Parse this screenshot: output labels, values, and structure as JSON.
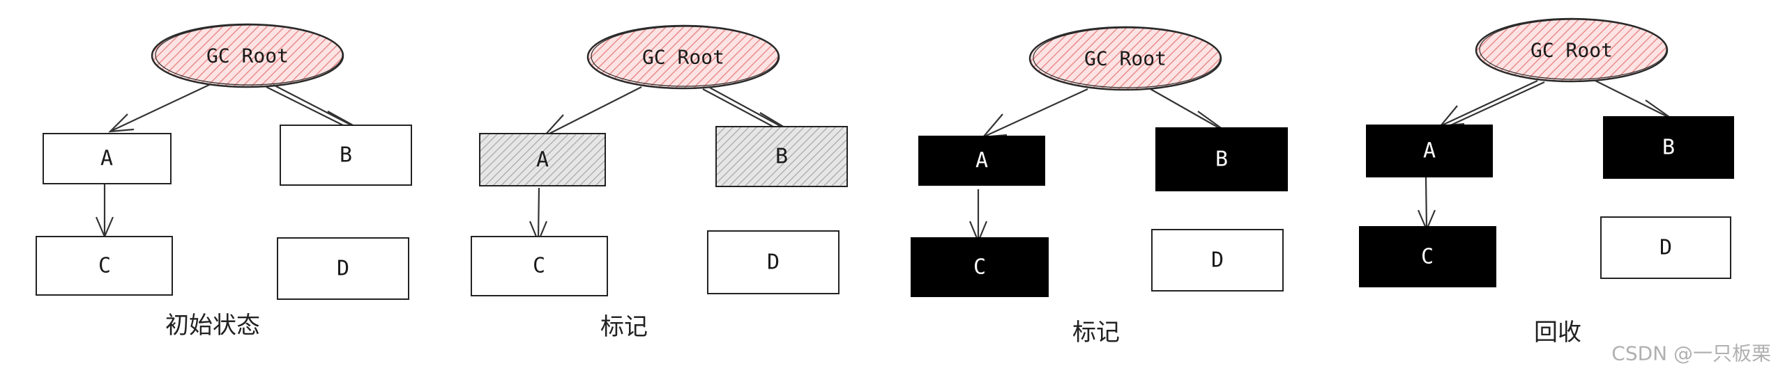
{
  "root_label": "GC Root",
  "panels": [
    {
      "caption": "初始状态",
      "nodes": [
        {
          "label": "A",
          "state": "white"
        },
        {
          "label": "B",
          "state": "white"
        },
        {
          "label": "C",
          "state": "white"
        },
        {
          "label": "D",
          "state": "white"
        }
      ]
    },
    {
      "caption": "标记",
      "nodes": [
        {
          "label": "A",
          "state": "gray"
        },
        {
          "label": "B",
          "state": "gray"
        },
        {
          "label": "C",
          "state": "white"
        },
        {
          "label": "D",
          "state": "white"
        }
      ]
    },
    {
      "caption": "标记",
      "nodes": [
        {
          "label": "A",
          "state": "black"
        },
        {
          "label": "B",
          "state": "black"
        },
        {
          "label": "C",
          "state": "black"
        },
        {
          "label": "D",
          "state": "white"
        }
      ]
    },
    {
      "caption": "回收",
      "nodes": [
        {
          "label": "A",
          "state": "black"
        },
        {
          "label": "B",
          "state": "black"
        },
        {
          "label": "C",
          "state": "black"
        },
        {
          "label": "D",
          "state": "white"
        }
      ]
    }
  ],
  "watermark": "CSDN @一只板栗",
  "colors": {
    "root_fill": "#f4b6b6",
    "root_stroke": "#2a2a2a",
    "gray_fill": "#cfcfcf",
    "black_fill": "#000000",
    "white_fill": "#ffffff",
    "edge": "#333333"
  }
}
